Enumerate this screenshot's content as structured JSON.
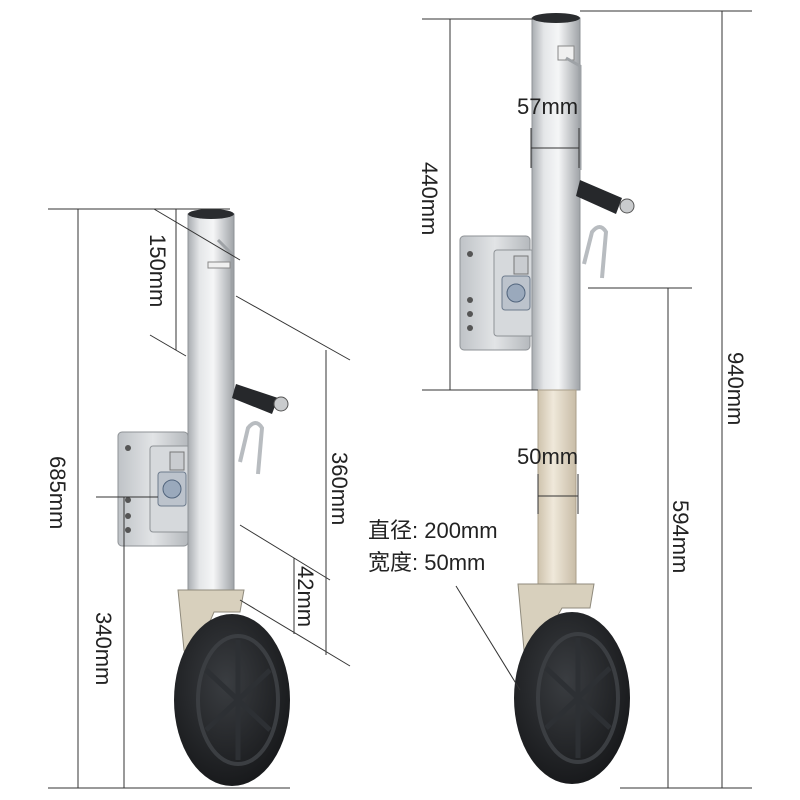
{
  "left_jack": {
    "dim_top_offset": "150mm",
    "dim_crank_to_mount": "360mm",
    "dim_mount_to_wheel": "42mm",
    "dim_total_height": "685mm",
    "dim_mount_to_ground": "340mm"
  },
  "right_jack": {
    "dim_tube_diameter": "57mm",
    "dim_upper_section": "440mm",
    "dim_inner_tube": "50mm",
    "dim_total_height": "940mm",
    "dim_mount_to_ground": "594mm",
    "wheel_diameter": "直径: 200mm",
    "wheel_width": "宽度: 50mm"
  },
  "colors": {
    "tube": "#d9dcdf",
    "tube_shade": "#a9adb1",
    "inner_tube": "#e6dcc8",
    "wheel": "#1e2023",
    "handle": "#26282b",
    "plate": "#cfd2d5",
    "line": "#333333"
  }
}
